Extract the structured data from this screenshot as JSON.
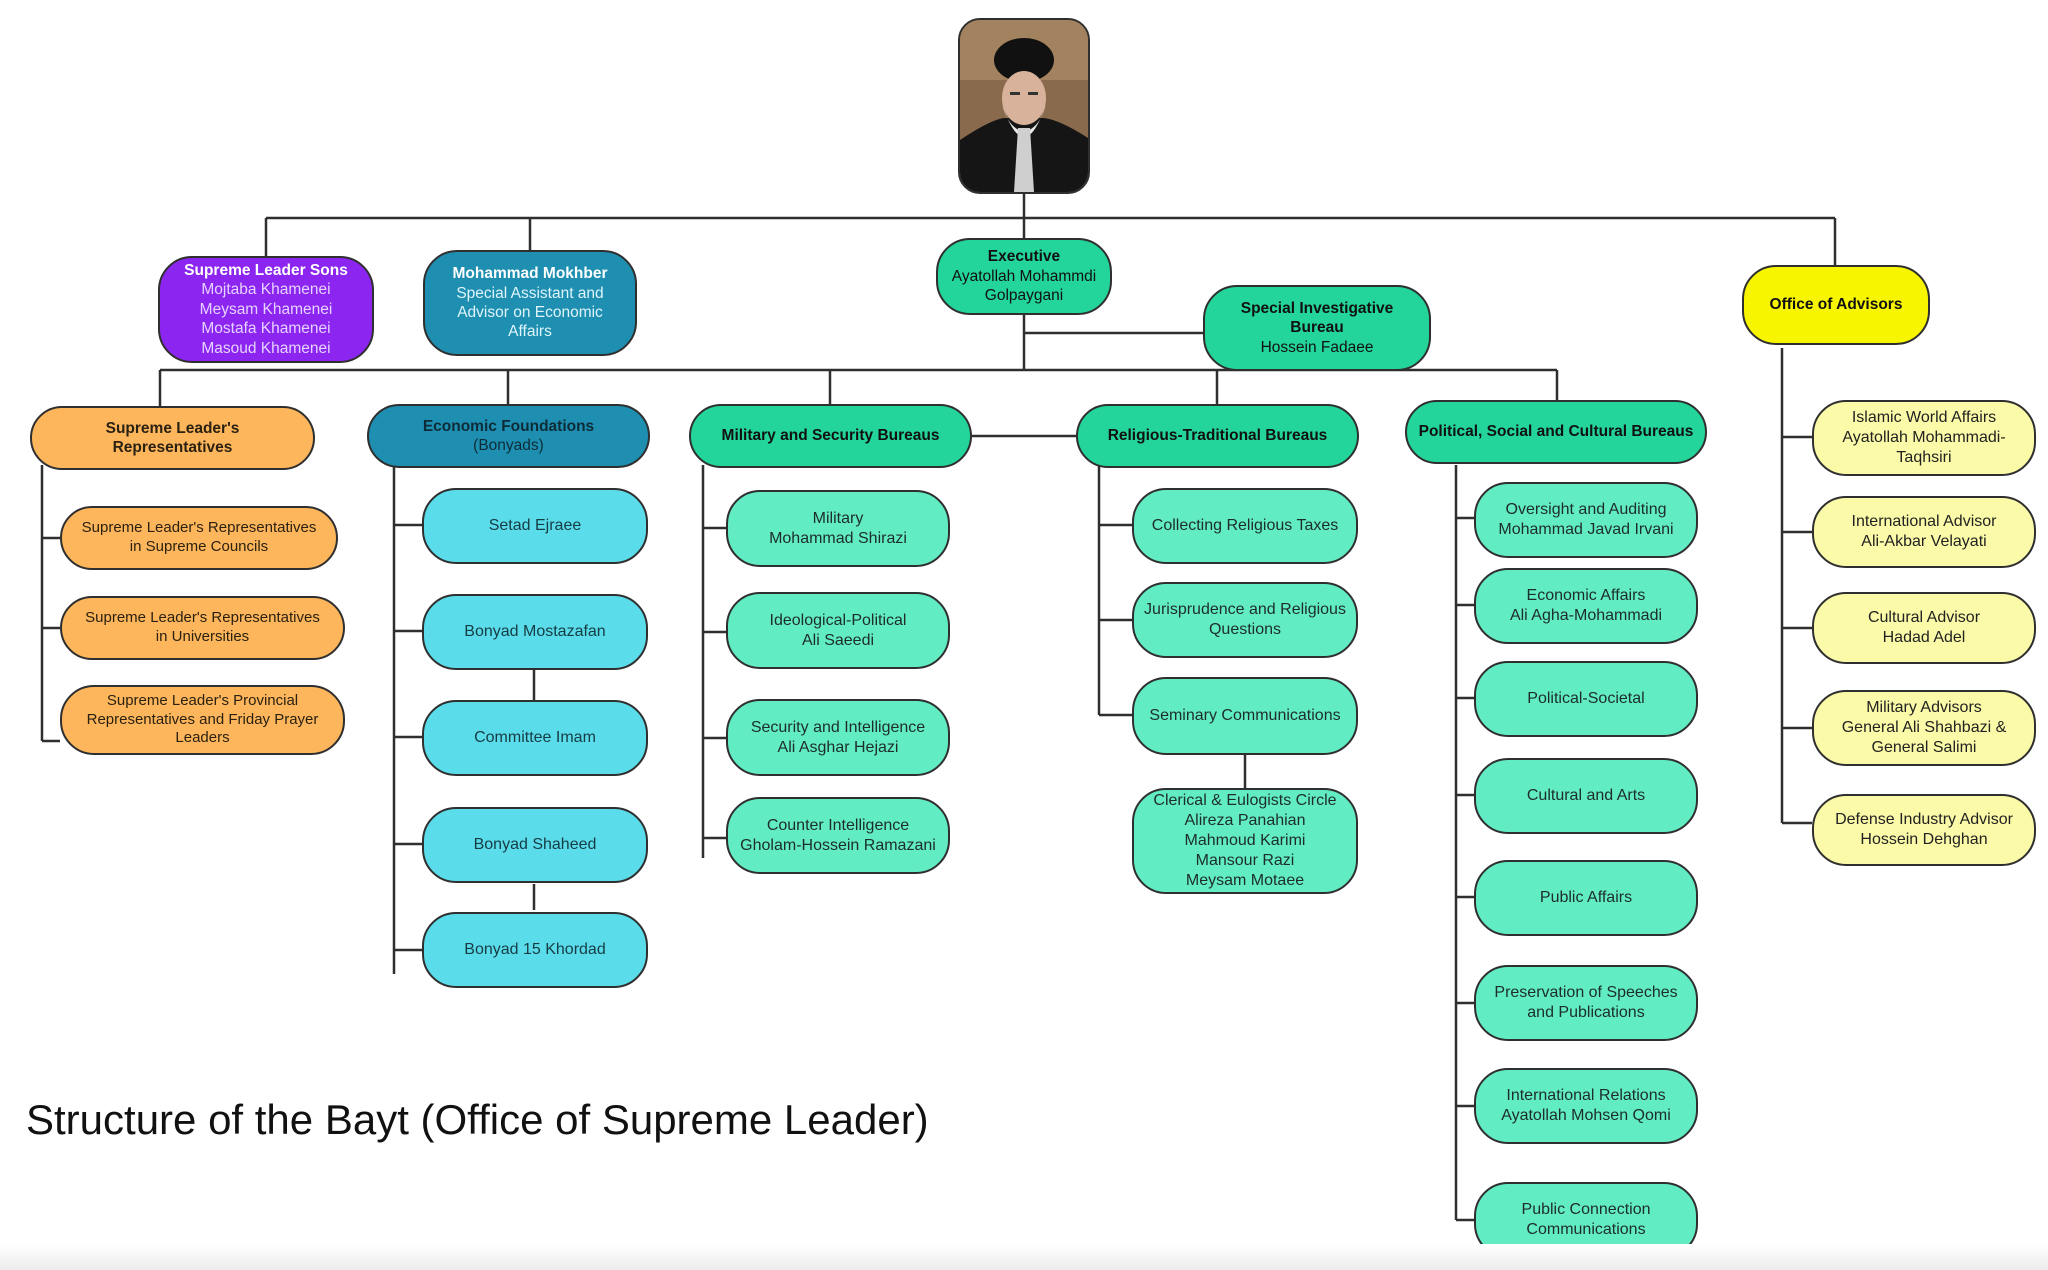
{
  "caption": "Structure of the Bayt (Office of Supreme Leader)",
  "colors": {
    "line": "#2f2f2f",
    "purple": "#8c25f0",
    "blue": "#1e8fb1",
    "green": "#23d59a",
    "mint": "#62ecc3",
    "cyan": "#5bdcea",
    "orange": "#fdb65b",
    "yellow": "#f7f500",
    "pale_yellow": "#fafaa8"
  },
  "top": {
    "sons": {
      "title": "Supreme Leader Sons",
      "sub": "Mojtaba Khamenei\nMeysam Khamenei\nMostafa Khamenei\nMasoud Khamenei"
    },
    "mokhber": {
      "title": "Mohammad Mokhber",
      "sub": "Special Assistant and\nAdvisor on Economic\nAffairs"
    },
    "executive": {
      "title": "Executive",
      "sub": "Ayatollah Mohammdi\nGolpaygani"
    },
    "investigative": {
      "title": "Special Investigative\nBureau",
      "sub": "Hossein Fadaee"
    },
    "advisors": {
      "title": "Office of Advisors"
    }
  },
  "bureaus": {
    "reps": {
      "title": "Supreme Leader's\nRepresentatives"
    },
    "economic": {
      "title": "Economic Foundations",
      "sub": "(Bonyads)"
    },
    "military": {
      "title": "Military and Security Bureaus"
    },
    "religious": {
      "title": "Religious-Traditional Bureaus"
    },
    "political": {
      "title": "Political, Social and Cultural Bureaus"
    }
  },
  "reps_items": [
    "Supreme Leader's Representatives\nin  Supreme Councils",
    "Supreme Leader's Representatives\nin Universities",
    "Supreme Leader's Provincial\nRepresentatives and Friday Prayer\nLeaders"
  ],
  "economic_items": [
    "Setad Ejraee",
    "Bonyad Mostazafan",
    "Committee Imam",
    "Bonyad Shaheed",
    "Bonyad 15 Khordad"
  ],
  "military_items": [
    "Military\nMohammad Shirazi",
    "Ideological-Political\nAli Saeedi",
    "Security and Intelligence\nAli Asghar Hejazi",
    "Counter Intelligence\nGholam-Hossein Ramazani"
  ],
  "religious_items": [
    "Collecting Religious Taxes",
    "Jurisprudence and Religious\nQuestions",
    "Seminary Communications",
    "Clerical & Eulogists Circle\nAlireza Panahian\nMahmoud Karimi\nMansour Razi\nMeysam Motaee"
  ],
  "political_items": [
    "Oversight and Auditing\nMohammad Javad Irvani",
    "Economic Affairs\nAli Agha-Mohammadi",
    "Political-Societal",
    "Cultural and Arts",
    "Public Affairs",
    "Preservation of Speeches\nand Publications",
    "International Relations\nAyatollah Mohsen Qomi",
    "Public Connection\nCommunications"
  ],
  "advisor_items": [
    "Islamic World Affairs\nAyatollah Mohammadi-\nTaqhsiri",
    "International Advisor\nAli-Akbar Velayati",
    "Cultural Advisor\nHadad Adel",
    "Military Advisors\nGeneral Ali Shahbazi &\nGeneral Salimi",
    "Defense Industry Advisor\nHossein Dehghan"
  ]
}
